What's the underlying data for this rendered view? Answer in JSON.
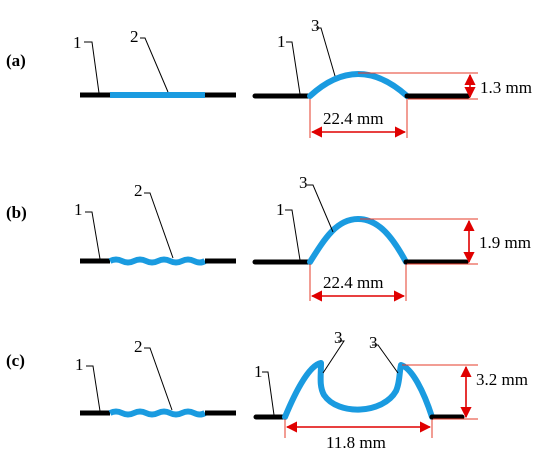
{
  "panels": [
    {
      "id": "a",
      "panel_label": "(a)",
      "left_labels": [
        "1",
        "2"
      ],
      "right_labels": [
        "1",
        "3"
      ],
      "height_text": "1.3 mm",
      "width_text": "22.4 mm"
    },
    {
      "id": "b",
      "panel_label": "(b)",
      "left_labels": [
        "1",
        "2"
      ],
      "right_labels": [
        "1",
        "3"
      ],
      "height_text": "1.9 mm",
      "width_text": "22.4 mm"
    },
    {
      "id": "c",
      "panel_label": "(c)",
      "left_labels": [
        "1",
        "2"
      ],
      "right_labels": [
        "1",
        "3",
        "3"
      ],
      "height_text": "3.2 mm",
      "width_text": "11.8 mm"
    }
  ],
  "colors": {
    "film": "#1a9be0",
    "substrate": "#000000",
    "dimension": "#e53b2a",
    "arrow": "#e00000"
  }
}
